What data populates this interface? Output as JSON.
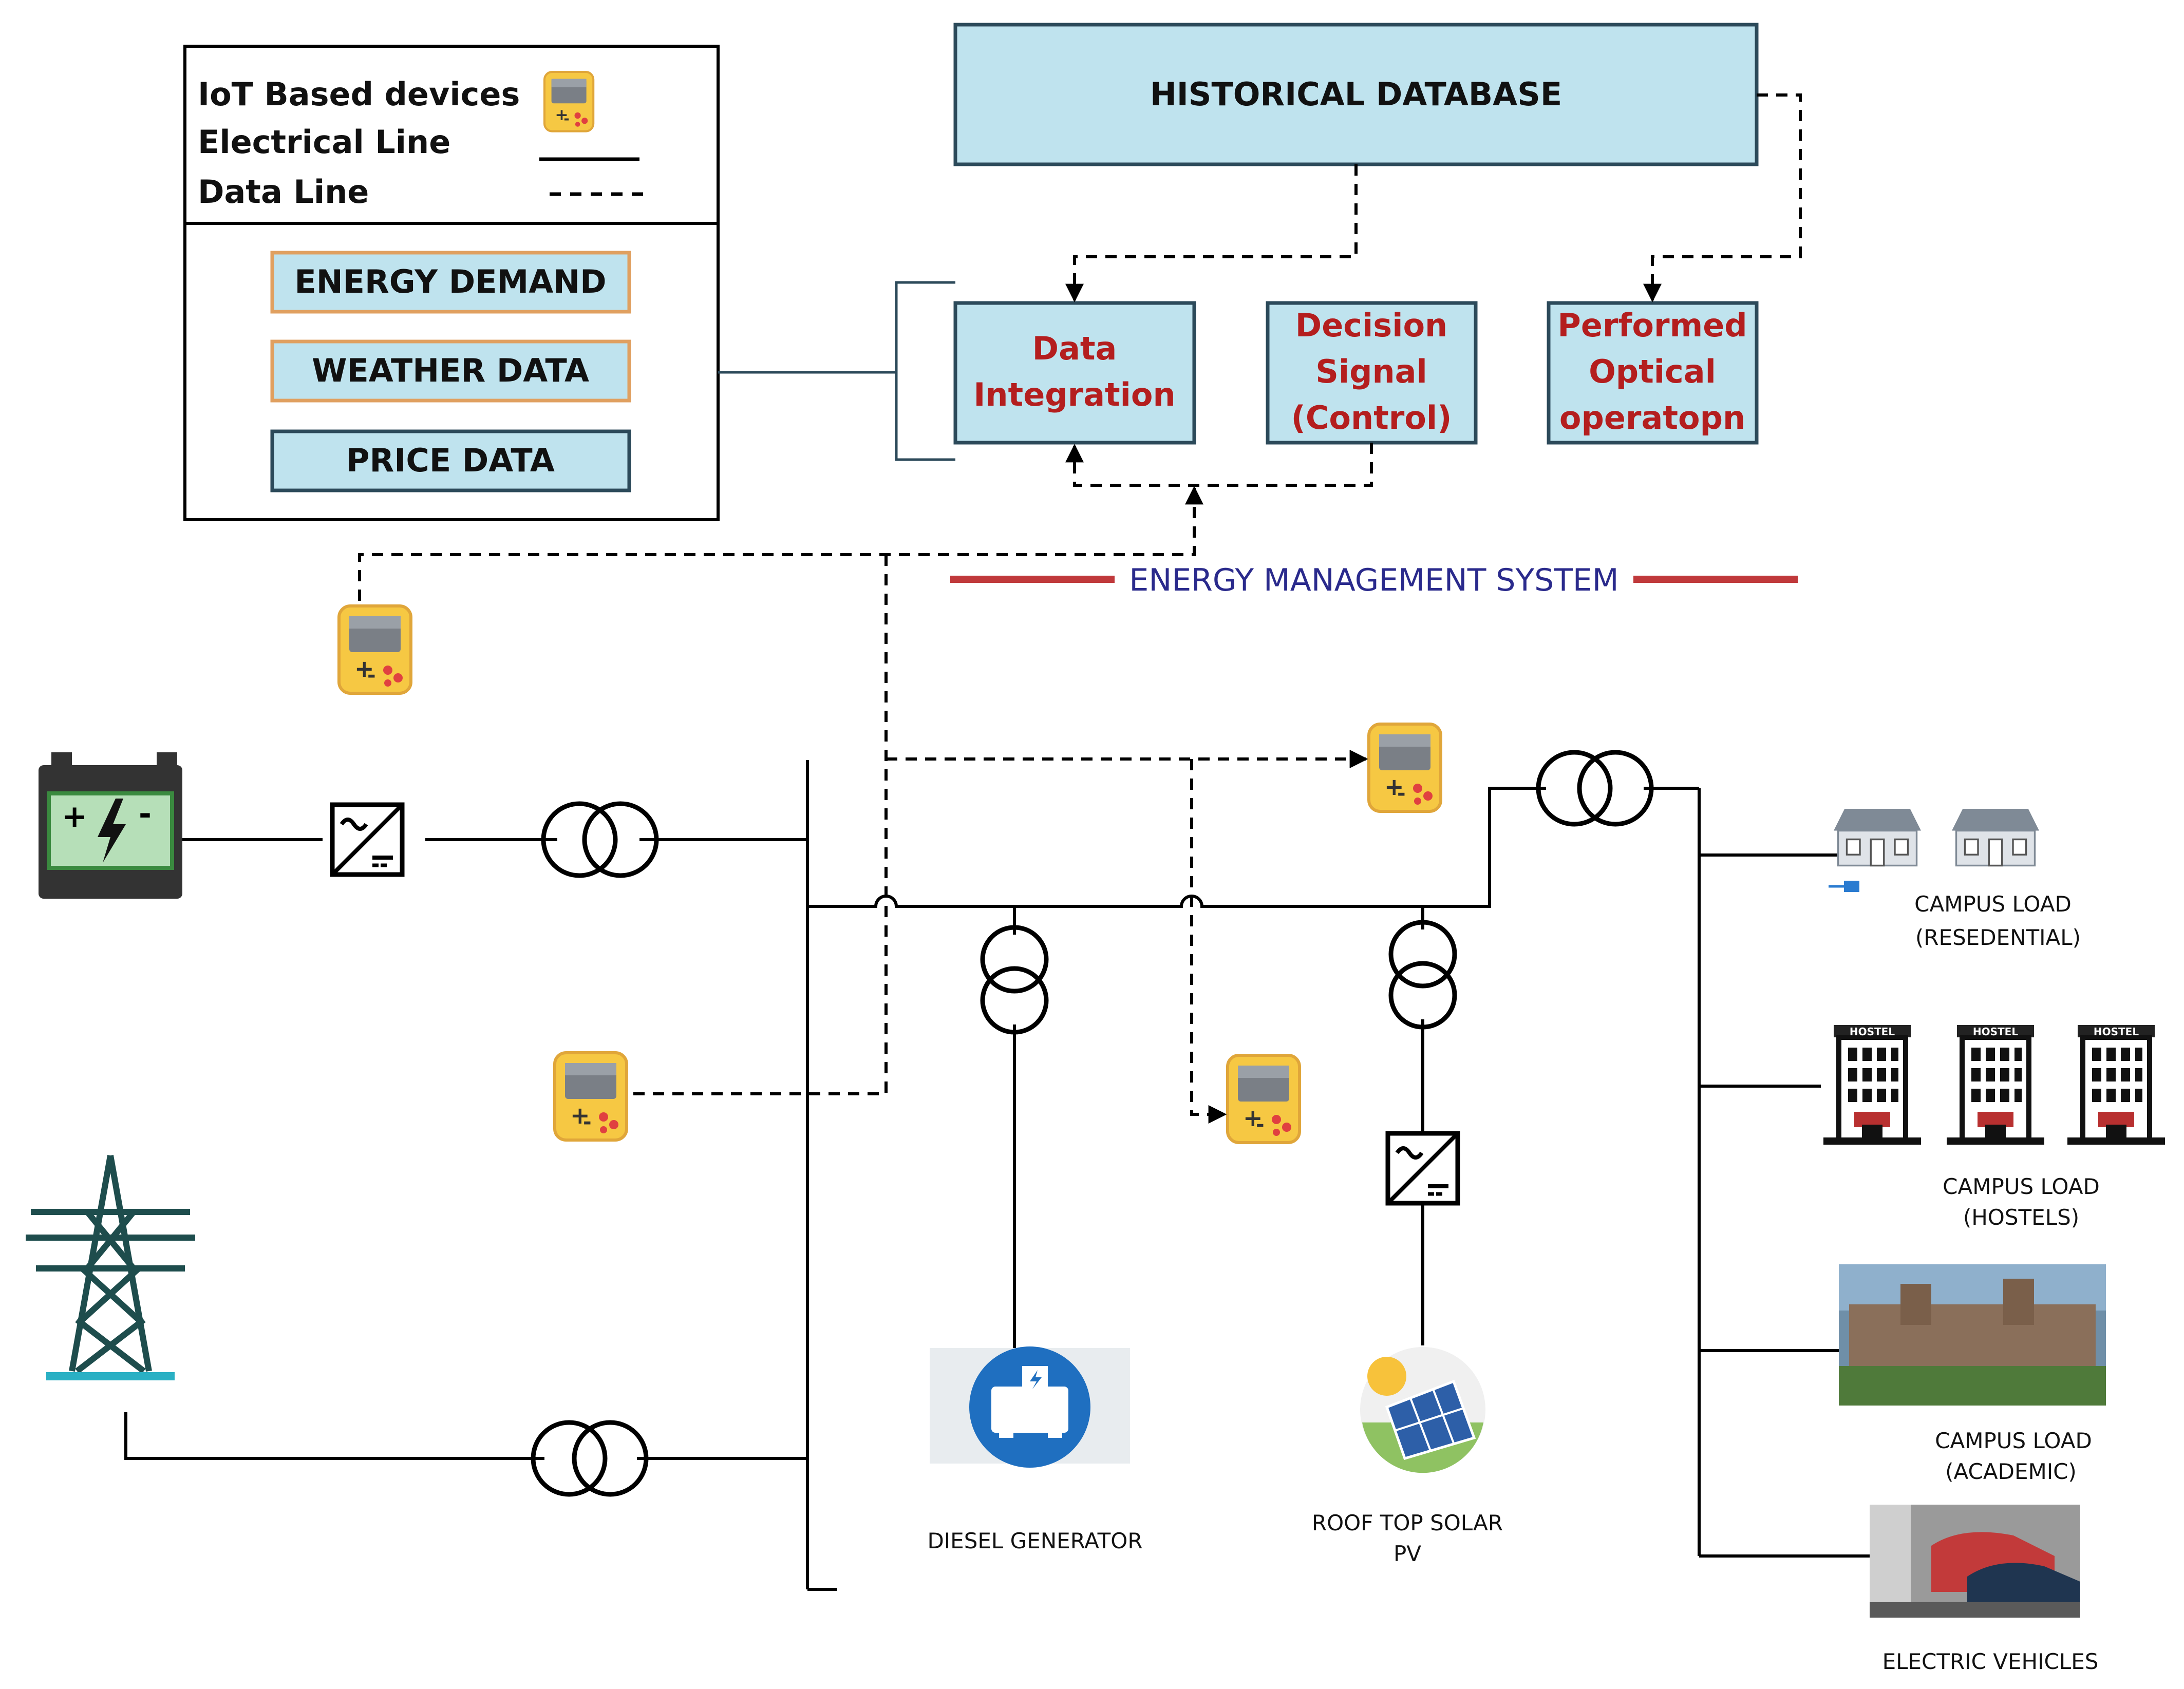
{
  "legend": {
    "iot_label": "IoT Based devices",
    "electrical_label": "Electrical Line",
    "data_label": "Data Line",
    "inputs": [
      "ENERGY DEMAND",
      "WEATHER DATA",
      "PRICE DATA"
    ]
  },
  "ems": {
    "historical_db": "HISTORICAL DATABASE",
    "data_integration": [
      "Data",
      "Integration"
    ],
    "decision_signal": [
      "Decision",
      "Signal",
      "(Control)"
    ],
    "performed_optical": [
      "Performed",
      "Optical",
      "operatopn"
    ],
    "system_label": "ENERGY MANAGEMENT SYSTEM"
  },
  "loads": {
    "residential": [
      "CAMPUS LOAD",
      "(RESEDENTIAL)"
    ],
    "hostels": [
      "CAMPUS LOAD",
      "(HOSTELS)"
    ],
    "hostel_sign": "HOSTEL",
    "academic": [
      "CAMPUS LOAD",
      "(ACADEMIC)"
    ],
    "ev": "ELECTRIC VEHICLES"
  },
  "sources": {
    "diesel": "DIESEL GENERATOR",
    "solar": [
      "ROOF TOP SOLAR",
      "PV"
    ]
  },
  "colors": {
    "box_fill": "#bfe3ee",
    "box_stroke": "#2c4a5a",
    "legend_box_stroke": "#e0a060",
    "ems_red": "#b41e1e",
    "ems_label": "#2a2a8c",
    "iot_yellow": "#f6c843"
  },
  "icons": [
    "battery-icon",
    "inverter-icon",
    "transformer-icon",
    "transmission-tower-icon",
    "diesel-generator-icon",
    "solar-panel-icon",
    "house-icon",
    "hostel-building-icon",
    "campus-photo",
    "ev-charging-photo",
    "iot-device-icon"
  ]
}
